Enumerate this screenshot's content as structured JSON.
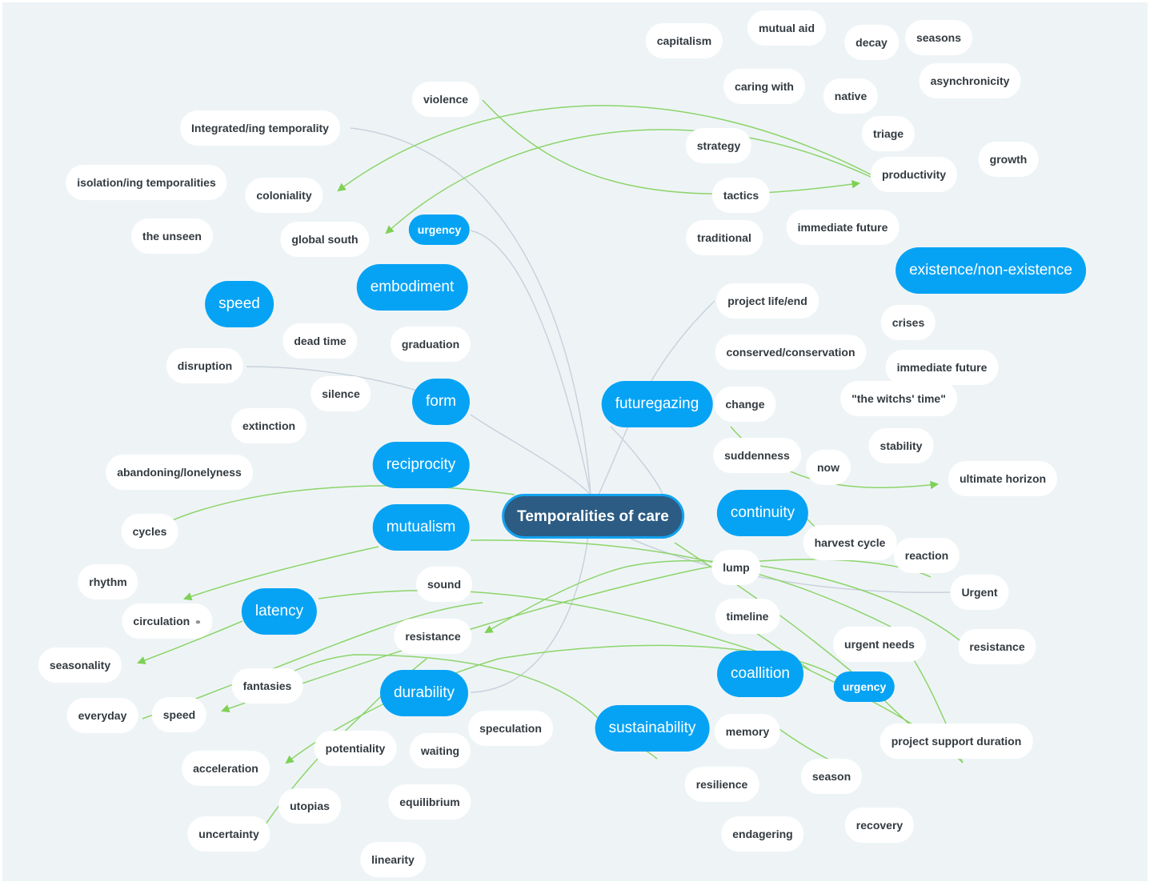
{
  "title": "Temporalities of care",
  "colors": {
    "background": "#eef4f6",
    "main_topic": "#06a3f4",
    "root": "#2c5c84",
    "root_border": "#12a2ef",
    "leaf": "#ffffff",
    "relation_line": "#8dd46a",
    "branch_line": "#c9d2dc"
  },
  "main_topics": {
    "speed": "speed",
    "embodiment": "embodiment",
    "urgency_top": "urgency",
    "form": "form",
    "reciprocity": "reciprocity",
    "mutualism": "mutualism",
    "latency": "latency",
    "durability": "durability",
    "futuregazing": "futuregazing",
    "continuity": "continuity",
    "coallition": "coallition",
    "urgency_bottom": "urgency",
    "sustainability": "sustainability",
    "existence": "existence/non-existence"
  },
  "labels": {
    "capitalism": "capitalism",
    "mutual_aid": "mutual aid",
    "decay": "decay",
    "seasons": "seasons",
    "caring_with": "caring with",
    "native": "native",
    "asynchronicity": "asynchronicity",
    "violence": "violence",
    "integrated": "Integrated/ing  temporality",
    "triage": "triage",
    "strategy": "strategy",
    "growth": "growth",
    "productivity": "productivity",
    "isolation": "isolation/ing temporalities",
    "coloniality": "coloniality",
    "tactics": "tactics",
    "the_unseen": "the unseen",
    "global_south": "global south",
    "traditional": "traditional",
    "immediate_future_top": "immediate future",
    "project_life": "project life/end",
    "crises": "crises",
    "dead_time": "dead time",
    "graduation": "graduation",
    "conserved": "conserved/conservation",
    "immediate_future_right": "immediate future",
    "disruption": "disruption",
    "silence": "silence",
    "witchs_time": "\"the witchs' time\"",
    "change": "change",
    "extinction": "extinction",
    "stability": "stability",
    "suddenness": "suddenness",
    "now": "now",
    "abandoning": "abandoning/lonelyness",
    "ultimate_horizon": "ultimate horizon",
    "cycles": "cycles",
    "harvest_cycle": "harvest cycle",
    "reaction": "reaction",
    "lump": "lump",
    "rhythm": "rhythm",
    "sound": "sound",
    "urgent": "Urgent",
    "circulation": "circulation",
    "timeline": "timeline",
    "resistance_left": "resistance",
    "urgent_needs": "urgent needs",
    "resistance_right": "resistance",
    "seasonality": "seasonality",
    "fantasies": "fantasies",
    "everyday": "everyday",
    "speed_leaf": "speed",
    "speculation": "speculation",
    "memory": "memory",
    "project_support": "project support duration",
    "potentiality": "potentiality",
    "waiting": "waiting",
    "acceleration": "acceleration",
    "season": "season",
    "resilience": "resilience",
    "utopias": "utopias",
    "equilibrium": "equilibrium",
    "recovery": "recovery",
    "uncertainty": "uncertainty",
    "endagering": "endagering",
    "linearity": "linearity"
  },
  "icons": {
    "link": "link-icon"
  }
}
